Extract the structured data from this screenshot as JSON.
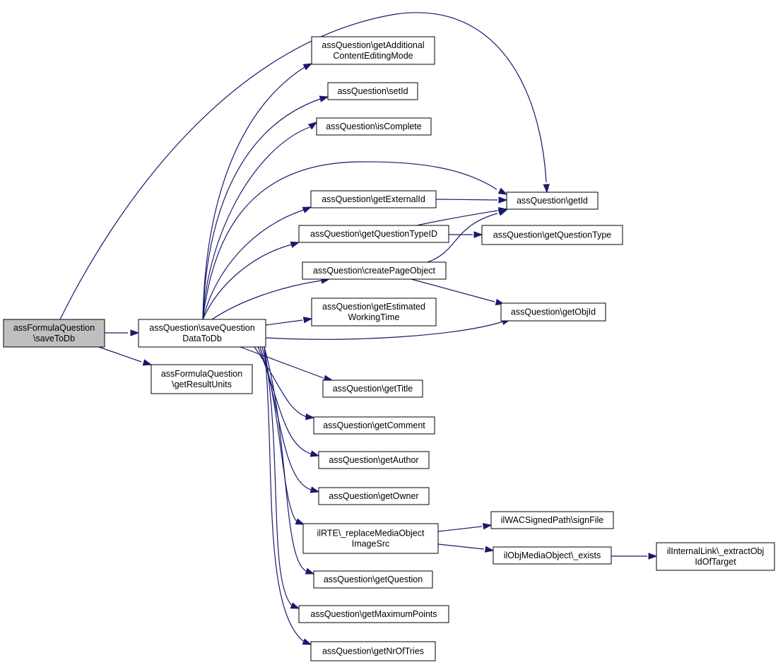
{
  "graph": {
    "nodes": {
      "root": [
        "assFormulaQuestion",
        "\\saveToDb"
      ],
      "save": [
        "assQuestion\\saveQuestion",
        "DataToDb"
      ],
      "resultUnits": [
        "assFormulaQuestion",
        "\\getResultUnits"
      ],
      "addContent": [
        "assQuestion\\getAdditional",
        "ContentEditingMode"
      ],
      "setId": [
        "assQuestion\\setId"
      ],
      "isComplete": [
        "assQuestion\\isComplete"
      ],
      "externalId": [
        "assQuestion\\getExternalId"
      ],
      "typeId": [
        "assQuestion\\getQuestionTypeID"
      ],
      "createPage": [
        "assQuestion\\createPageObject"
      ],
      "estimated": [
        "assQuestion\\getEstimated",
        "WorkingTime"
      ],
      "getId": [
        "assQuestion\\getId"
      ],
      "questionType": [
        "assQuestion\\getQuestionType"
      ],
      "objId": [
        "assQuestion\\getObjId"
      ],
      "title": [
        "assQuestion\\getTitle"
      ],
      "comment": [
        "assQuestion\\getComment"
      ],
      "author": [
        "assQuestion\\getAuthor"
      ],
      "owner": [
        "assQuestion\\getOwner"
      ],
      "rte": [
        "ilRTE\\_replaceMediaObject",
        "ImageSrc"
      ],
      "signFile": [
        "ilWACSignedPath\\signFile"
      ],
      "exists": [
        "ilObjMediaObject\\_exists"
      ],
      "extract": [
        "ilInternalLink\\_extractObj",
        "IdOfTarget"
      ],
      "question": [
        "assQuestion\\getQuestion"
      ],
      "maxPoints": [
        "assQuestion\\getMaximumPoints"
      ],
      "nrTries": [
        "assQuestion\\getNrOfTries"
      ]
    },
    "edges": [
      [
        "root",
        "save"
      ],
      [
        "root",
        "resultUnits"
      ],
      [
        "root",
        "getId"
      ],
      [
        "save",
        "addContent"
      ],
      [
        "save",
        "setId"
      ],
      [
        "save",
        "isComplete"
      ],
      [
        "save",
        "getId"
      ],
      [
        "save",
        "externalId"
      ],
      [
        "save",
        "typeId"
      ],
      [
        "save",
        "createPage"
      ],
      [
        "save",
        "estimated"
      ],
      [
        "save",
        "objId"
      ],
      [
        "save",
        "title"
      ],
      [
        "save",
        "comment"
      ],
      [
        "save",
        "author"
      ],
      [
        "save",
        "owner"
      ],
      [
        "save",
        "rte"
      ],
      [
        "save",
        "question"
      ],
      [
        "save",
        "maxPoints"
      ],
      [
        "save",
        "nrTries"
      ],
      [
        "externalId",
        "getId"
      ],
      [
        "typeId",
        "getId"
      ],
      [
        "typeId",
        "questionType"
      ],
      [
        "createPage",
        "getId"
      ],
      [
        "createPage",
        "objId"
      ],
      [
        "rte",
        "signFile"
      ],
      [
        "rte",
        "exists"
      ],
      [
        "exists",
        "extract"
      ]
    ]
  }
}
